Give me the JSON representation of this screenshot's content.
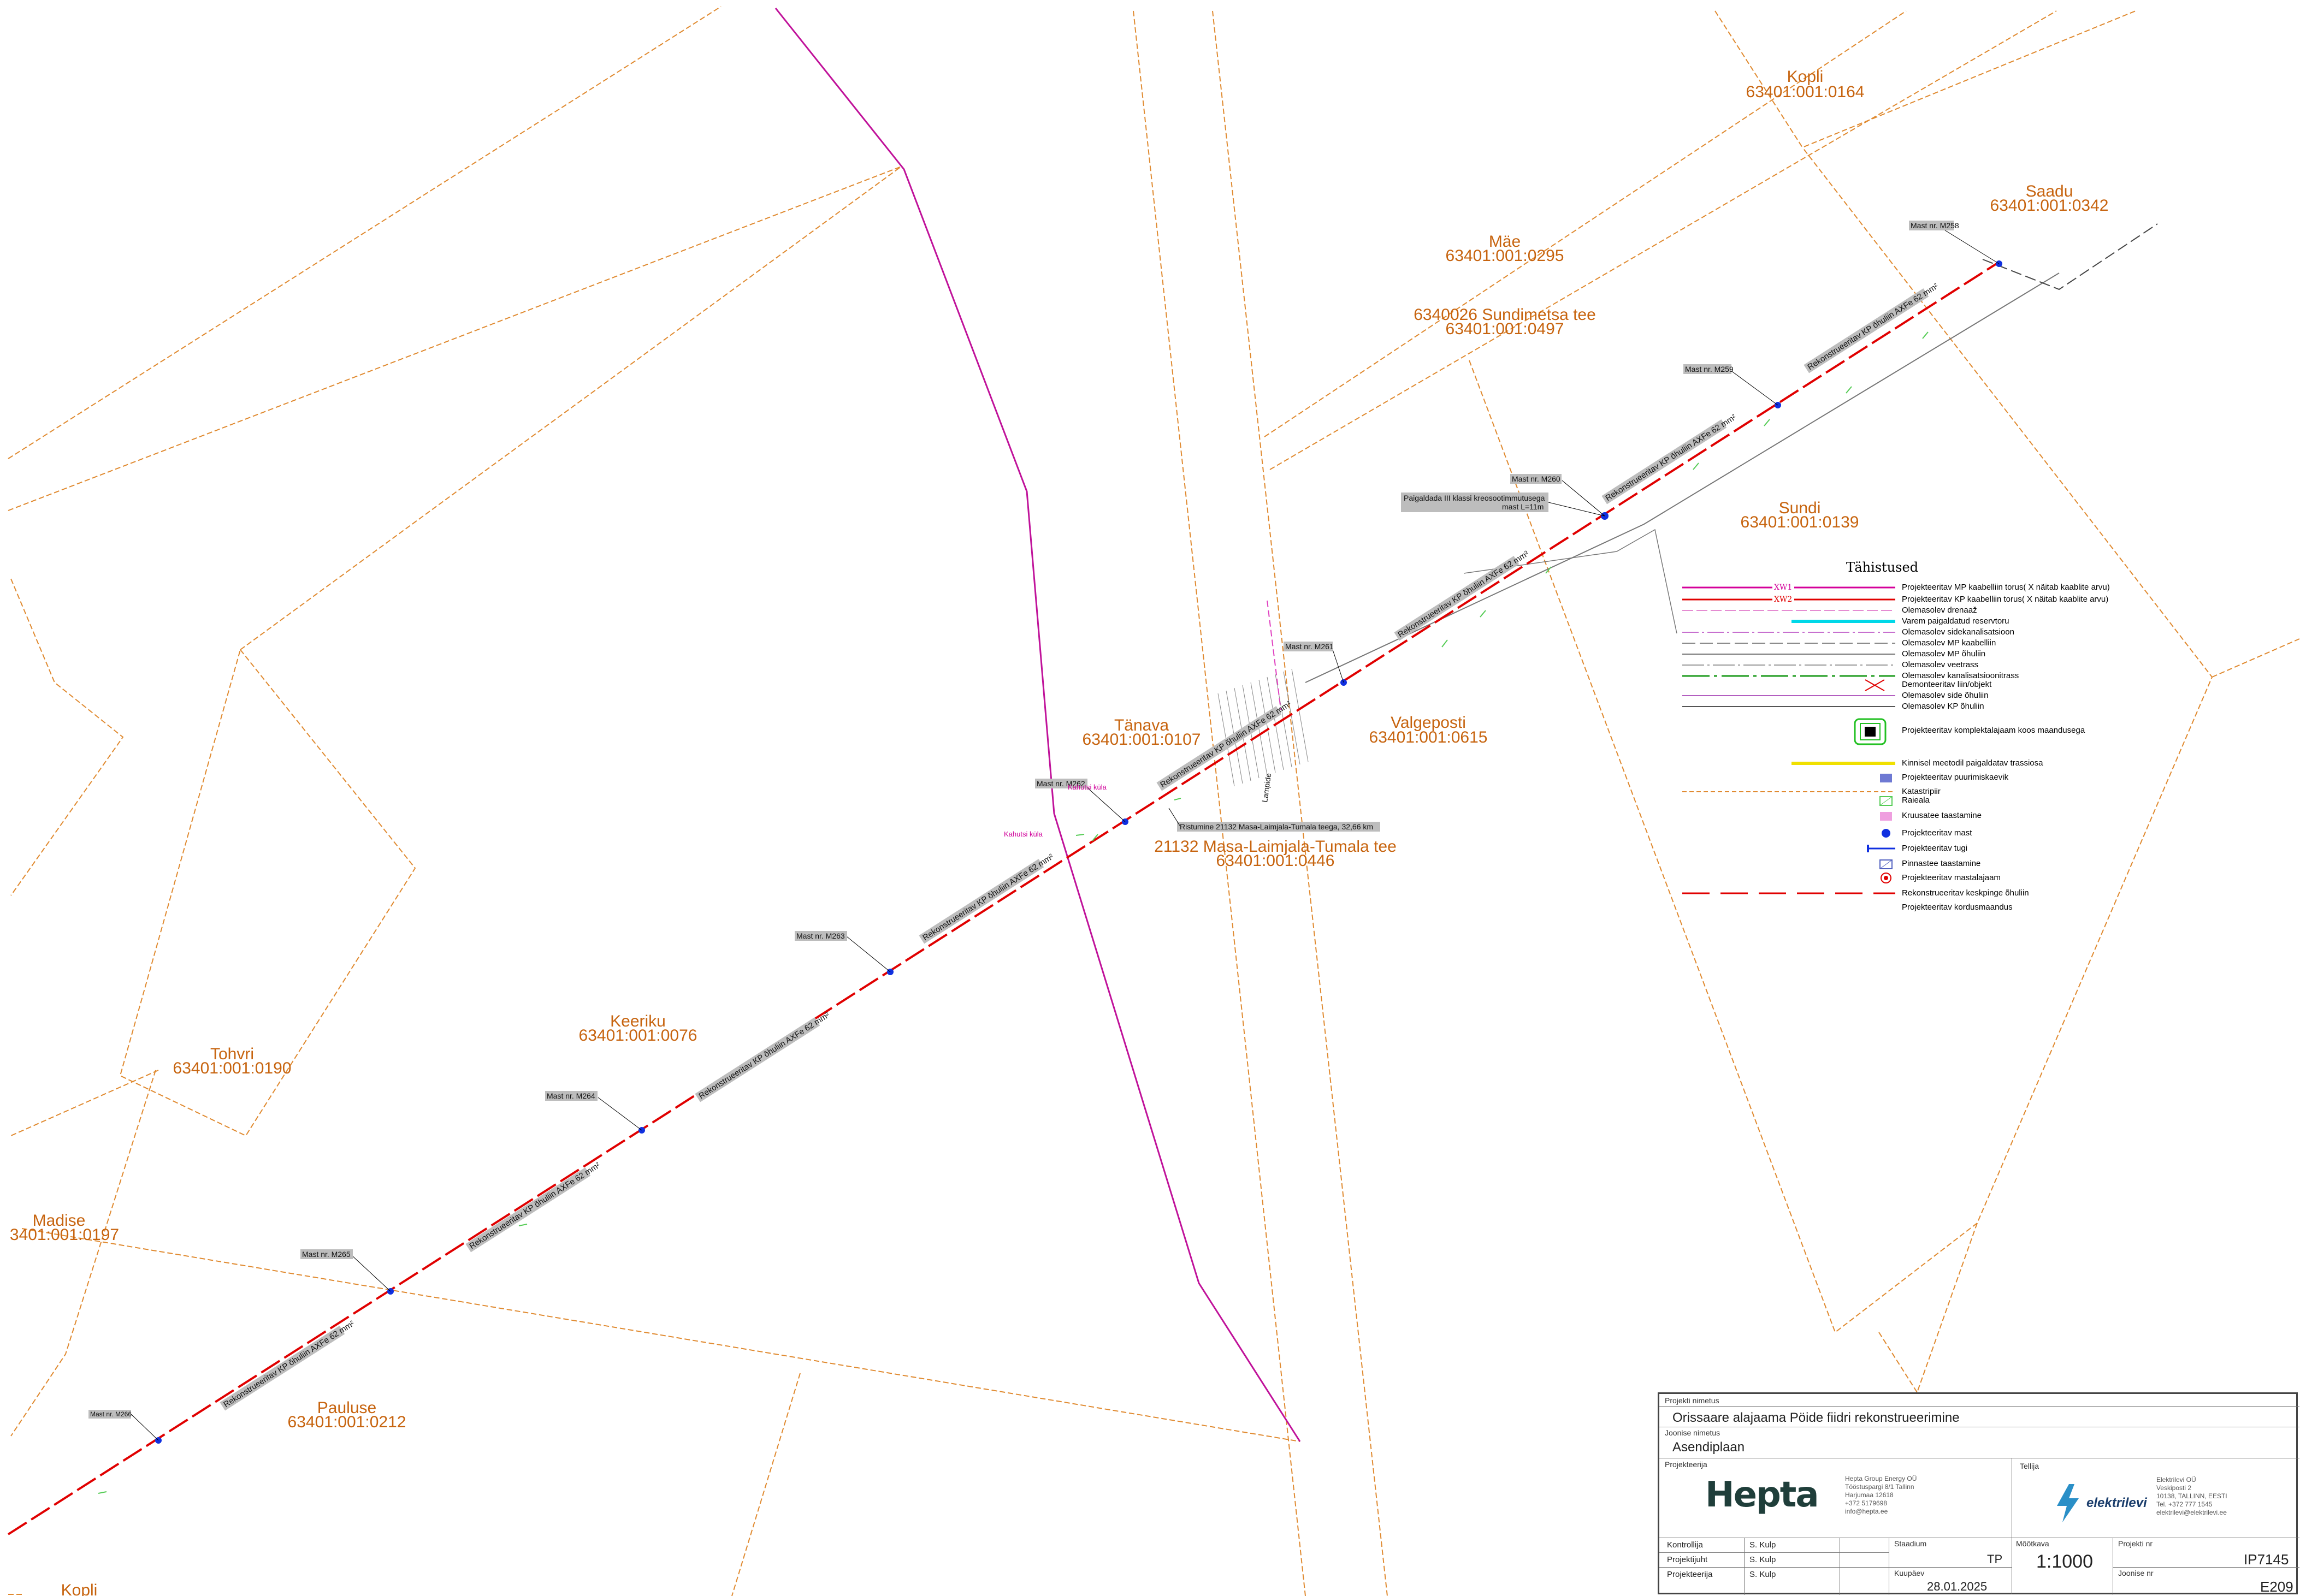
{
  "parcels": [
    {
      "name": "Kopli",
      "code": "63401:001:0164"
    },
    {
      "name": "Saadu",
      "code": "63401:001:0342"
    },
    {
      "name": "Mäe",
      "code": "63401:001:0295"
    },
    {
      "name": "6340026 Sundimetsa tee",
      "code": "63401:001:0497"
    },
    {
      "name": "Sundi",
      "code": "63401:001:0139"
    },
    {
      "name": "Tänava",
      "code": "63401:001:0107"
    },
    {
      "name": "Valgeposti",
      "code": "63401:001:0615"
    },
    {
      "name": "21132 Masa-Laimjala-Tumala tee",
      "code": "63401:001:0446"
    },
    {
      "name": "Keeriku",
      "code": "63401:001:0076"
    },
    {
      "name": "Tohvri",
      "code": "63401:001:0190"
    },
    {
      "name": "Madise",
      "code": "3401:001:0197"
    },
    {
      "name": "Pauluse",
      "code": "63401:001:0212"
    },
    {
      "name": "Kopli",
      "code": ""
    }
  ],
  "masts": [
    "Mast nr. M258",
    "Mast nr. M259",
    "Mast nr. M260",
    "Mast nr. M261",
    "Mast nr. M262",
    "Mast nr. M263",
    "Mast nr. M264",
    "Mast nr. M265",
    "Mast nr. M266"
  ],
  "annotations": {
    "pole_note_line1": "Paigaldada III klassi kreosootimmutusega",
    "pole_note_line2": "mast L=11m",
    "crossing_note": "Ristumine 21132 Masa-Laimjala-Tumala teega, 32,66 km",
    "village_1": "Kahutsi küla",
    "village_2": "Kahutsi küla",
    "segment_label": "Rekonstrueeritav KP õhuliin AXFe 62 mm²",
    "lampide": "Lampide"
  },
  "legend": {
    "title": "Tähistused",
    "items": [
      {
        "label": "Projekteeritav MP kaabelliin torus( X näitab kaablite arvu)",
        "mark": "XW1",
        "color": "#d4009a"
      },
      {
        "label": "Projekteeritav KP kaabelliin torus( X näitab kaablite arvu)",
        "mark": "XW2",
        "color": "#e00000"
      },
      {
        "label": "Olemasolev drenaaž",
        "color": "#e58cd2"
      },
      {
        "label": "Varem paigaldatud reservtoru",
        "color": "#00d8e8"
      },
      {
        "label": "Olemasolev sidekanalisatsioon",
        "color": "#c76fcf"
      },
      {
        "label": "Olemasolev MP kaabelliin",
        "color": "#888888"
      },
      {
        "label": "Olemasolev MP õhuliin",
        "color": "#777777"
      },
      {
        "label": "Olemasolev veetrass",
        "color": "#9a9a9a"
      },
      {
        "label": "Olemasolev kanalisatsioonitrass",
        "color": "#1e9b1e"
      },
      {
        "label": "Demonteeritav liin/objekt",
        "color": "#e00000"
      },
      {
        "label": "Olemasolev side õhuliin",
        "color": "#b35fc0"
      },
      {
        "label": "Olemasolev KP õhuliin",
        "color": "#555555"
      },
      {
        "label": "Projekteeritav komplektalajaam koos maandusega",
        "color": "#22c022"
      },
      {
        "label": "Kinnisel meetodil paigaldatav trassiosa",
        "color": "#f0e000"
      },
      {
        "label": "Projekteeritav puurimiskaevik",
        "color": "#3040c0"
      },
      {
        "label": "Katastripiir",
        "color": "#e08a30"
      },
      {
        "label": "Raieala",
        "color": "#55cc55"
      },
      {
        "label": "Kruusatee taastamine",
        "color": "#e040c0"
      },
      {
        "label": "Projekteeritav mast",
        "color": "#1030e0"
      },
      {
        "label": "Projekteeritav tugi",
        "color": "#1030e0"
      },
      {
        "label": "Pinnastee taastamine",
        "color": "#5060c0"
      },
      {
        "label": "Projekteeritav mastalajaam",
        "color": "#e00000"
      },
      {
        "label": "Rekonstrueeritav keskpinge õhuliin",
        "color": "#e00000"
      },
      {
        "label": "Projekteeritav kordusmaandus",
        "color": "#000000"
      }
    ]
  },
  "titleblock": {
    "project_label": "Projekti nimetus",
    "project_name": "Orissaare alajaama Pöide fiidri rekonstrueerimine",
    "drawing_label": "Joonise nimetus",
    "drawing_name": "Asendiplaan",
    "designer_label": "Projekteerija",
    "client_label": "Tellija",
    "designer_logo": "Hepta",
    "designer_info": [
      "Hepta Group Energy OÜ",
      "Tööstuspargi 8/1 Tallinn",
      "Harjumaa 12618",
      "+372 5179698",
      "info@hepta.ee"
    ],
    "client_logo": "elektrilevi",
    "client_info": [
      "Elektrilevi OÜ",
      "Veskiposti 2",
      "10138, TALLINN, EESTI",
      "Tel. +372 777 1545",
      "elektrilevi@elektrilevi.ee"
    ],
    "roles": [
      {
        "role": "Kontrollija",
        "name": "S. Kulp"
      },
      {
        "role": "Projektijuht",
        "name": "S. Kulp"
      },
      {
        "role": "Projekteerija",
        "name": "S. Kulp"
      }
    ],
    "stage_label": "Staadium",
    "stage": "TP",
    "date_label": "Kuupäev",
    "date": "28.01.2025",
    "scale_label": "Mõõtkava",
    "scale": "1:1000",
    "project_nr_label": "Projekti nr",
    "project_nr": "IP7145",
    "drawing_nr_label": "Joonise nr",
    "drawing_nr": "E209"
  },
  "colors": {
    "cadastral": "#e08a30",
    "main_line": "#e00000",
    "cable": "#c0129a",
    "existing": "#777777"
  }
}
